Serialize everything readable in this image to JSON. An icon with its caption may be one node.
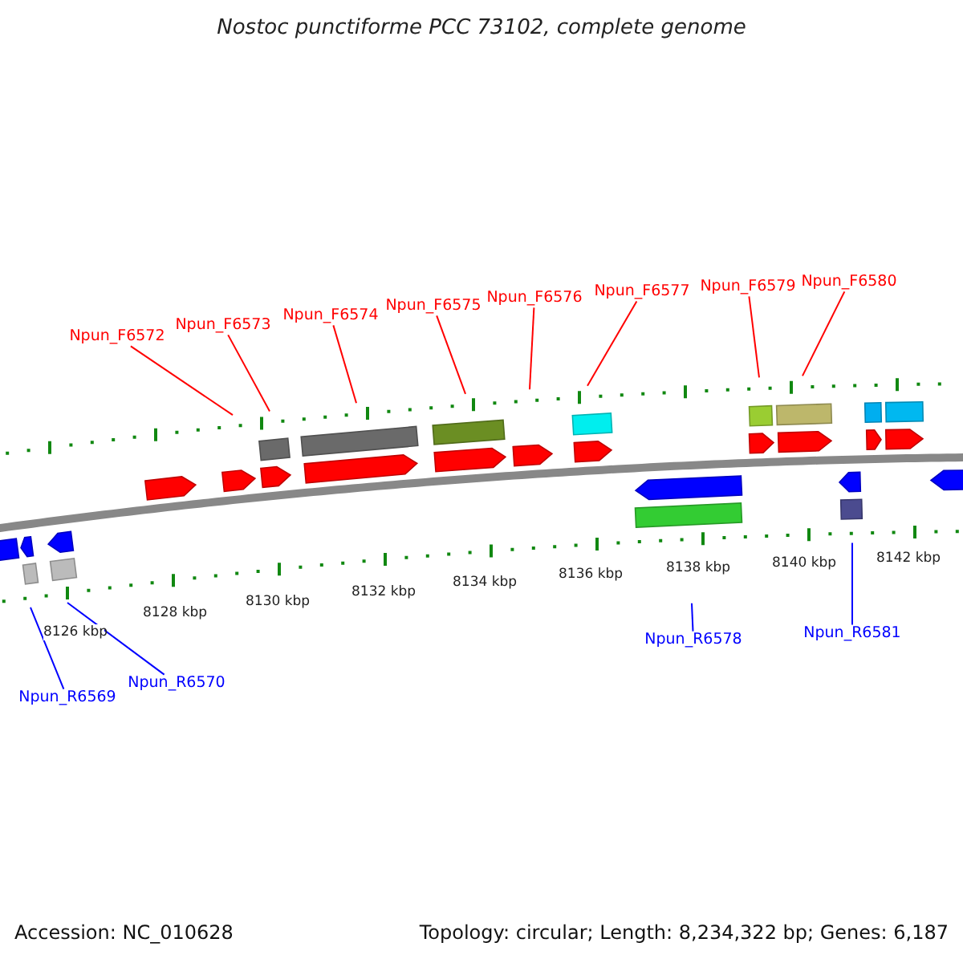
{
  "diagram": {
    "title": "Nostoc punctiforme PCC 73102, complete genome",
    "nodes": [
      {
        "text": [
          "Npun_F6572"
        ]
      },
      {
        "text": [
          "Npun_F6573"
        ]
      },
      {
        "text": [
          "Npun_F6574"
        ]
      },
      {
        "text": [
          "Npun_F6575"
        ]
      },
      {
        "text": [
          "Npun_F6576"
        ]
      },
      {
        "text": [
          "Npun_F6577"
        ]
      },
      {
        "text": [
          "Npun_F6579"
        ]
      },
      {
        "text": [
          "Npun_F6580"
        ]
      },
      {
        "text": [
          "Npun_R6569"
        ]
      },
      {
        "text": [
          "Npun_R6570"
        ]
      },
      {
        "text": [
          "Npun_R6578"
        ]
      },
      {
        "text": [
          "Npun_R6581"
        ]
      }
    ],
    "edges": [
      {
        "from": 0,
        "to": null,
        "arrow": "none"
      },
      {
        "from": 1,
        "to": null,
        "arrow": "none"
      },
      {
        "from": 2,
        "to": null,
        "arrow": "none"
      },
      {
        "from": 3,
        "to": null,
        "arrow": "none"
      },
      {
        "from": 4,
        "to": null,
        "arrow": "none"
      },
      {
        "from": 5,
        "to": null,
        "arrow": "none"
      },
      {
        "from": 6,
        "to": null,
        "arrow": "none"
      },
      {
        "from": 7,
        "to": null,
        "arrow": "none"
      },
      {
        "from": 8,
        "to": null,
        "arrow": "none",
        "color": "#0000ff"
      },
      {
        "from": 9,
        "to": null,
        "arrow": "none",
        "color": "#0000ff"
      },
      {
        "from": 10,
        "to": null,
        "arrow": "none",
        "color": "#0000ff"
      },
      {
        "from": 11,
        "to": null,
        "arrow": "none",
        "color": "#0000ff"
      }
    ],
    "labels": [
      "8126 kbp",
      "8128 kbp",
      "8130 kbp",
      "8132 kbp",
      "8134 kbp",
      "8136 kbp",
      "8138 kbp",
      "8140 kbp",
      "8142 kbp",
      "Accession: NC_010628",
      "Topology: circular; Length: 8,234,322 bp; Genes: 6,187"
    ]
  }
}
